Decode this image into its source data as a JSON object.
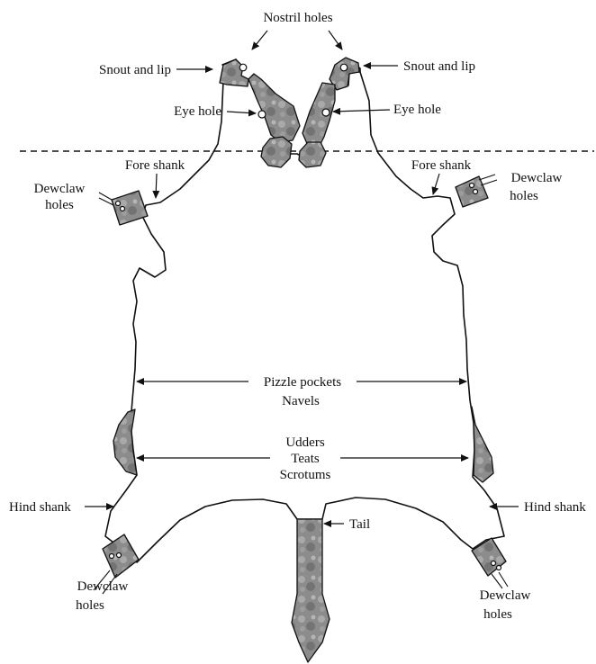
{
  "labels": {
    "nostril_holes": "Nostril holes",
    "snout_lip_left": "Snout and lip",
    "snout_lip_right": "Snout and lip",
    "eye_hole_left": "Eye hole",
    "eye_hole_right": "Eye hole",
    "fore_shank_left": "Fore shank",
    "fore_shank_right": "Fore shank",
    "dewclaw_fore_left_1": "Dewclaw",
    "dewclaw_fore_left_2": "holes",
    "dewclaw_fore_right_1": "Dewclaw",
    "dewclaw_fore_right_2": "holes",
    "pizzle_pockets": "Pizzle pockets",
    "navels": "Navels",
    "udders": "Udders",
    "teats": "Teats",
    "scrotums": "Scrotums",
    "hind_shank_left": "Hind shank",
    "hind_shank_right": "Hind shank",
    "tail": "Tail",
    "dewclaw_hind_left_1": "Dewclaw",
    "dewclaw_hind_left_2": "holes",
    "dewclaw_hind_right_1": "Dewclaw",
    "dewclaw_hind_right_2": "holes"
  },
  "colors": {
    "outline": "#111111",
    "patch_fill": "#8a8a8a",
    "background": "#ffffff"
  }
}
